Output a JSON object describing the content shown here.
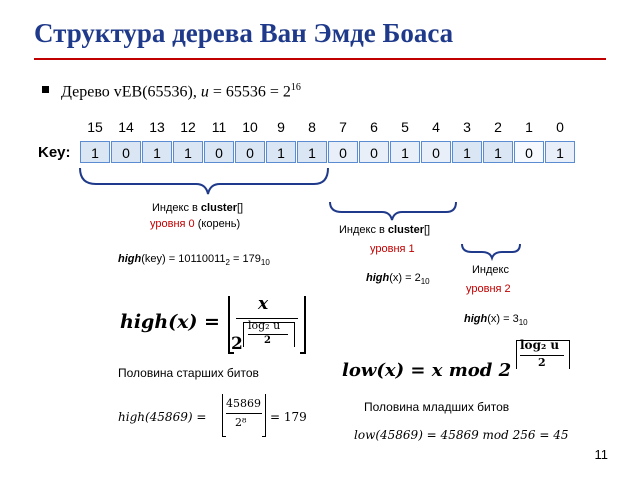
{
  "title": "Структура дерева Ван Эмде Боаса",
  "bullet": {
    "prefix": "Дерево vEB(65536), ",
    "u": "u",
    "eq": " = 65536 = 2",
    "exp": "16"
  },
  "key_label": "Key:",
  "indices": [
    "15",
    "14",
    "13",
    "12",
    "11",
    "10",
    "9",
    "8",
    "7",
    "6",
    "5",
    "4",
    "3",
    "2",
    "1",
    "0"
  ],
  "bits": [
    "1",
    "0",
    "1",
    "1",
    "0",
    "0",
    "1",
    "1",
    "0",
    "0",
    "1",
    "0",
    "1",
    "1",
    "0",
    "1"
  ],
  "colors": {
    "title": "#1f3a8a",
    "rule": "#c00000",
    "red": "#c00000",
    "blue_border": "#5b8bd1",
    "cell_blue": "#dbe6f4",
    "cell_light": "#e8eff8",
    "cell_bright": "#f6f9fd"
  },
  "labels": {
    "cluster0_line1": "Индекс в ",
    "cluster_word": "cluster",
    "brackets": "[]",
    "cluster0_line2_pre": "уровня 0",
    "cluster0_line2_post": " (корень)",
    "cluster1_line2": "уровня 1",
    "index_word": "Индекс",
    "level2": "уровня 2",
    "high_word": "high",
    "key_word": "key",
    "high_key_eq": ") = 10110011",
    "sub2": "2",
    "high_key_res": " = 179",
    "sub10": "10",
    "hx_eq2": " = 2",
    "hx_eq3": " = 3",
    "x": "(x)"
  },
  "formulas": {
    "high_lhs": "high(x) =",
    "numerator": "x",
    "denom_base": "2",
    "log_text": "log₂ u",
    "log_den": "2",
    "low_lhs": "low(x) = x mod 2",
    "high_half": "Половина старших битов",
    "low_half": "Половина младших битов",
    "ex_high_lhs": "high(45869) =",
    "ex_high_num": "45869",
    "ex_high_den": "2⁸",
    "ex_high_res": "= 179",
    "ex_low": "low(45869) = 45869 mod 256 = 45"
  },
  "page_number": "11"
}
